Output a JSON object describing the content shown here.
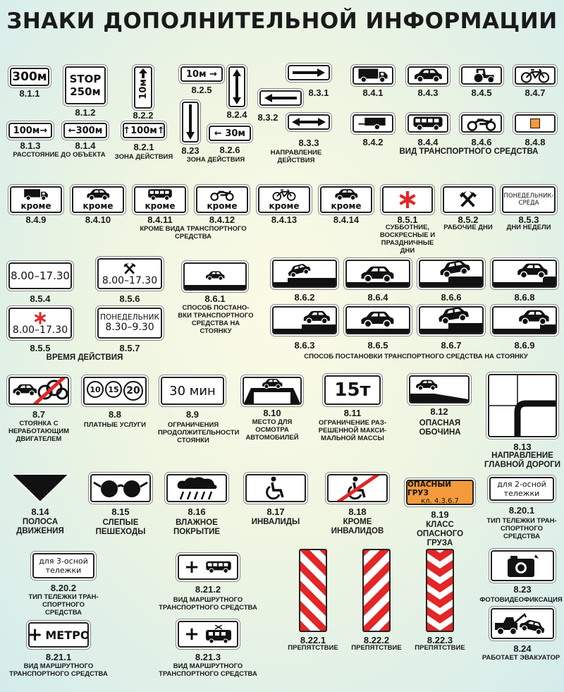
{
  "title": "ЗНАКИ ДОПОЛНИТЕЛЬНОЙ ИНФОРМАЦИИ",
  "colors": {
    "red": "#e32626",
    "orange": "#f59a3c",
    "black": "#111111"
  },
  "signs": {
    "s811": {
      "text": "300м",
      "code": "8.1.1"
    },
    "s812": {
      "line1": "STOP",
      "line2": "250м",
      "code": "8.1.2"
    },
    "s813": {
      "text": "100м→",
      "code": "8.1.3"
    },
    "s814": {
      "text": "←300м",
      "code": "8.1.4"
    },
    "s81_caption": "РАССТОЯНИЕ ДО ОБЪЕКТА",
    "s822": {
      "text": "10м",
      "code": "8.2.2"
    },
    "s821": {
      "text": "↑100м↑",
      "code": "8.2.1"
    },
    "s82_caption": "ЗОНА ДЕЙСТВИЯ",
    "s825": {
      "text": "10м →",
      "code": "8.2.5"
    },
    "s824": {
      "code": "8.2.4"
    },
    "s823": {
      "code": "8.23",
      "caption": "ФОТОВИДЕОФИКСАЦИЯ"
    },
    "s826": {
      "text": "← 30м",
      "code": "8.2.6"
    },
    "s82b_caption": "ЗОНА ДЕЙСТВИЯ",
    "s831": {
      "code": "8.3.1"
    },
    "s832": {
      "code": "8.3.2"
    },
    "s833": {
      "code": "8.3.3"
    },
    "s83_caption": "НАПРАВЛЕНИЕ ДЕЙСТВИЯ",
    "s841": {
      "code": "8.4.1",
      "icon": "truck-icon"
    },
    "s843": {
      "code": "8.4.3",
      "icon": "car-icon"
    },
    "s845": {
      "code": "8.4.5",
      "icon": "tractor-icon"
    },
    "s847": {
      "code": "8.4.7",
      "icon": "bicycle-icon"
    },
    "s842": {
      "code": "8.4.2",
      "icon": "trailer-icon"
    },
    "s844": {
      "code": "8.4.4",
      "icon": "bus-icon"
    },
    "s846": {
      "code": "8.4.6",
      "icon": "motorcycle-icon"
    },
    "s848": {
      "code": "8.4.8",
      "icon": "hazard-plate-icon"
    },
    "s84_caption": "ВИД ТРАНСПОРТНОГО СРЕДСТВА",
    "kroме": "кроме",
    "s849": {
      "code": "8.4.9"
    },
    "s8410": {
      "code": "8.4.10"
    },
    "s8411": {
      "code": "8.4.11"
    },
    "s8412": {
      "code": "8.4.12"
    },
    "s8413": {
      "code": "8.4.13"
    },
    "s8414": {
      "code": "8.4.14"
    },
    "s84b_caption": "КРОМЕ ВИДА ТРАНСПОРТНОГО СРЕДСТВА",
    "s851": {
      "code": "8.5.1",
      "caption": "СУББОТНИЕ, ВОСКРЕСНЫЕ И ПРАЗДНИЧНЫЕ ДНИ"
    },
    "s852": {
      "code": "8.5.2",
      "caption": "РАБОЧИЕ ДНИ"
    },
    "s853": {
      "line1": "ПОНЕДЕЛЬНИК-",
      "line2": "СРЕДА",
      "code": "8.5.3",
      "caption": "ДНИ НЕДЕЛИ"
    },
    "s854": {
      "text": "8.00–17.30",
      "code": "8.5.4"
    },
    "s856": {
      "text": "8.00–17.30",
      "code": "8.5.6"
    },
    "s855": {
      "text": "8.00–17.30",
      "code": "8.5.5"
    },
    "s857": {
      "line1": "ПОНЕДЕЛЬНИК",
      "line2": "8.30–9.30",
      "code": "8.5.7"
    },
    "s85_caption": "ВРЕМЯ ДЕЙСТВИЯ",
    "s861": {
      "code": "8.6.1",
      "caption": "СПОСОБ ПОСТАНО- ВКИ ТРАНСПОРТНОГО СРЕДСТВА НА СТОЯНКУ"
    },
    "s862": {
      "code": "8.6.2"
    },
    "s864": {
      "code": "8.6.4"
    },
    "s866": {
      "code": "8.6.6"
    },
    "s868": {
      "code": "8.6.8"
    },
    "s863": {
      "code": "8.6.3"
    },
    "s865": {
      "code": "8.6.5"
    },
    "s867": {
      "code": "8.6.7"
    },
    "s869": {
      "code": "8.6.9"
    },
    "s86_caption": "СПОСОБ ПОСТАНОВКИ ТРАНСПОРТНОГО СРЕДСТВА НА СТОЯНКУ",
    "s87": {
      "code": "8.7",
      "caption": "СТОЯНКА С НЕРАБОТАЮЩИМ ДВИГАТЕЛЕМ"
    },
    "s88": {
      "code": "8.8",
      "caption": "ПЛАТНЫЕ УСЛУГИ",
      "n1": "10",
      "n2": "15",
      "n3": "20"
    },
    "s89": {
      "text": "30 мин",
      "code": "8.9",
      "caption": "ОГРАНИЧЕНИЯ ПРОДОЛЖИТЕЛЬНОСТИ СТОЯНКИ"
    },
    "s810": {
      "code": "8.10",
      "caption": "МЕСТО ДЛЯ ОСМОТРА АВТОМОБИЛЕЙ"
    },
    "s811b": {
      "text": "15т",
      "code": "8.11",
      "caption": "ОГРАНИЧЕНИЕ РАЗ- РЕШЕННОЙ МАКСИ- МАЛЬНОЙ МАССЫ"
    },
    "s812b": {
      "code": "8.12",
      "caption": "ОПАСНАЯ ОБОЧИНА"
    },
    "s813b": {
      "code": "8.13",
      "caption": "НАПРАВЛЕНИЕ ГЛАВНОЙ ДОРОГИ"
    },
    "s814b": {
      "code": "8.14",
      "caption": "ПОЛОСА ДВИЖЕНИЯ"
    },
    "s815": {
      "code": "8.15",
      "caption": "СЛЕПЫЕ ПЕШЕХОДЫ"
    },
    "s816": {
      "code": "8.16",
      "caption": "ВЛАЖНОЕ ПОКРЫТИЕ"
    },
    "s817": {
      "code": "8.17",
      "caption": "ИНВАЛИДЫ"
    },
    "s818": {
      "code": "8.18",
      "caption": "КРОМЕ ИНВАЛИДОВ"
    },
    "s819": {
      "line1": "ОПАСНЫЙ ГРУЗ",
      "line2": "кл. 4.3.6.7",
      "code": "8.19",
      "caption": "КЛАСС ОПАСНОГО ГРУЗА"
    },
    "s8201": {
      "line1": "для 2-осной",
      "line2": "тележки",
      "code": "8.20.1",
      "caption": "ТИП ТЕЛЕЖКИ ТРАН- СПОРТНОГО СРЕДСТВА"
    },
    "s8202": {
      "line1": "для 3-осной",
      "line2": "тележки",
      "code": "8.20.2",
      "caption": "ТИП ТЕЛЕЖКИ ТРАН- СПОРТНОГО СРЕДСТВА"
    },
    "s8212": {
      "code": "8.21.2",
      "caption": "ВИД МАРШРУТНОГО ТРАНСПОРТНОГО СРЕДСТВА"
    },
    "s8211": {
      "text": "МЕТРО",
      "code": "8.21.1",
      "caption": "ВИД МАРШРУТНОГО ТРАНСПОРТНОГО СРЕДСТВА"
    },
    "s8213": {
      "code": "8.21.3",
      "caption": "ВИД МАРШРУТНОГО ТРАНСПОРТНОГО СРЕДСТВА"
    },
    "s8221": {
      "code": "8.22.1",
      "caption": "ПРЕПЯТСТВИЕ"
    },
    "s8222": {
      "code": "8.22.2",
      "caption": "ПРЕПЯТСТВИЕ"
    },
    "s8223": {
      "code": "8.22.3",
      "caption": "ПРЕПЯТСТВИЕ"
    },
    "s824b": {
      "code": "8.24",
      "caption": "РАБОТАЕТ ЭВАКУАТОР"
    }
  }
}
